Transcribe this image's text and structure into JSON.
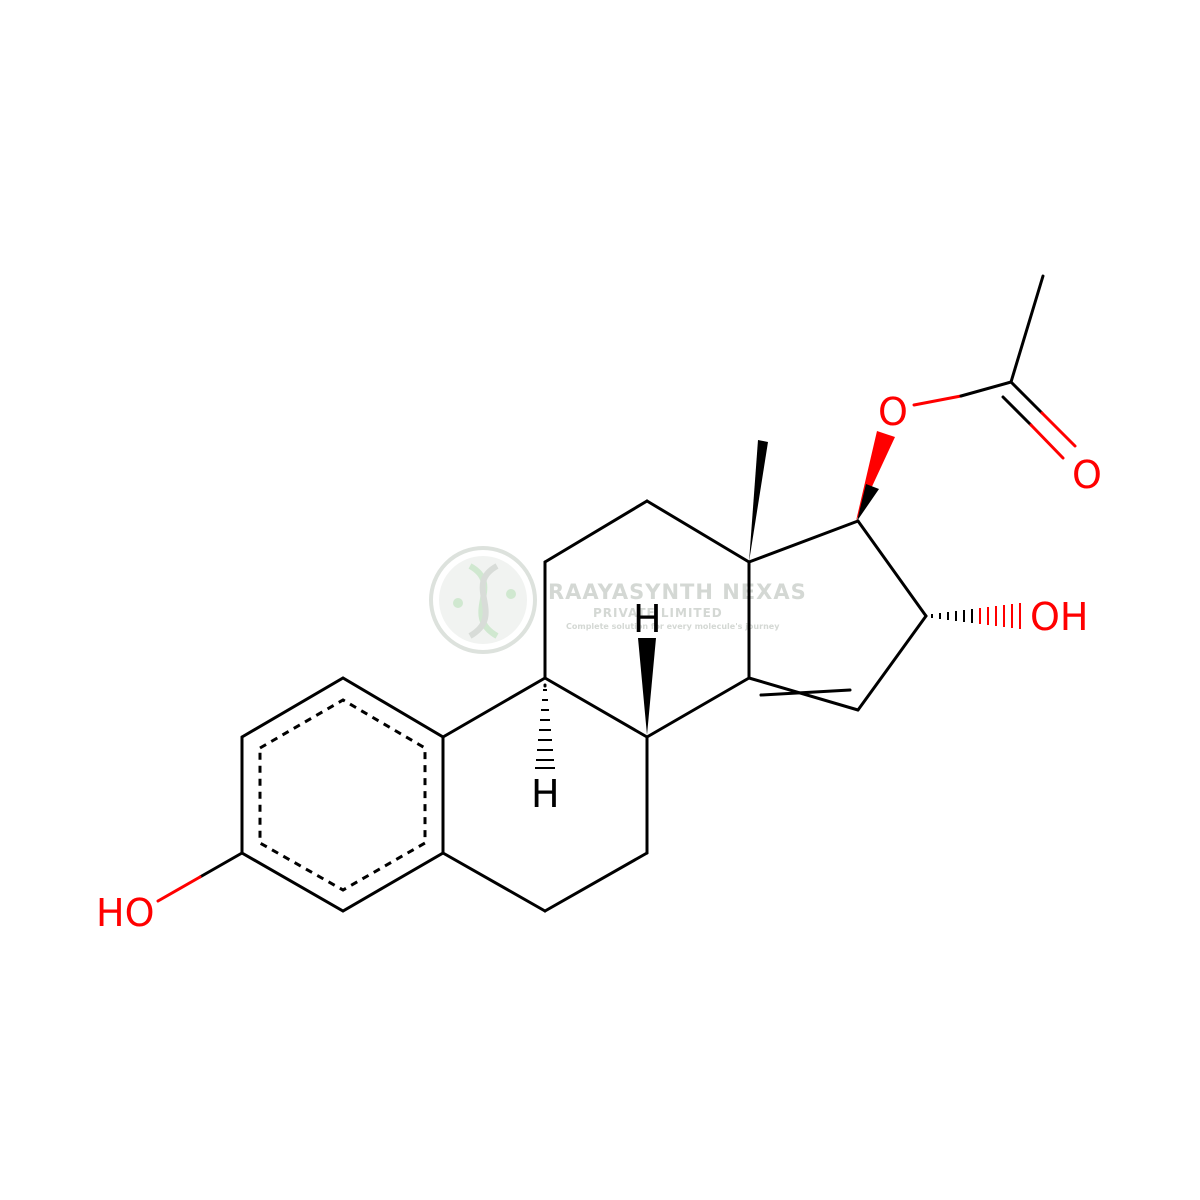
{
  "colors": {
    "bond": "#000000",
    "heteroatom_oxygen": "#ff0000",
    "watermark": "#d4d8d4"
  },
  "watermark": {
    "title": "RAAYASYNTH NEXAS",
    "subtitle": "PRIVATE LIMITED",
    "tagline": "Complete solution for every molecule's journey",
    "icon": "dna-helix-logo-icon"
  },
  "atoms": {
    "phenol_oh": "HO",
    "ring_d_oh": "OH",
    "ester_o": "O",
    "carbonyl_o": "O",
    "h_c9": "H",
    "h_c8": "H"
  }
}
